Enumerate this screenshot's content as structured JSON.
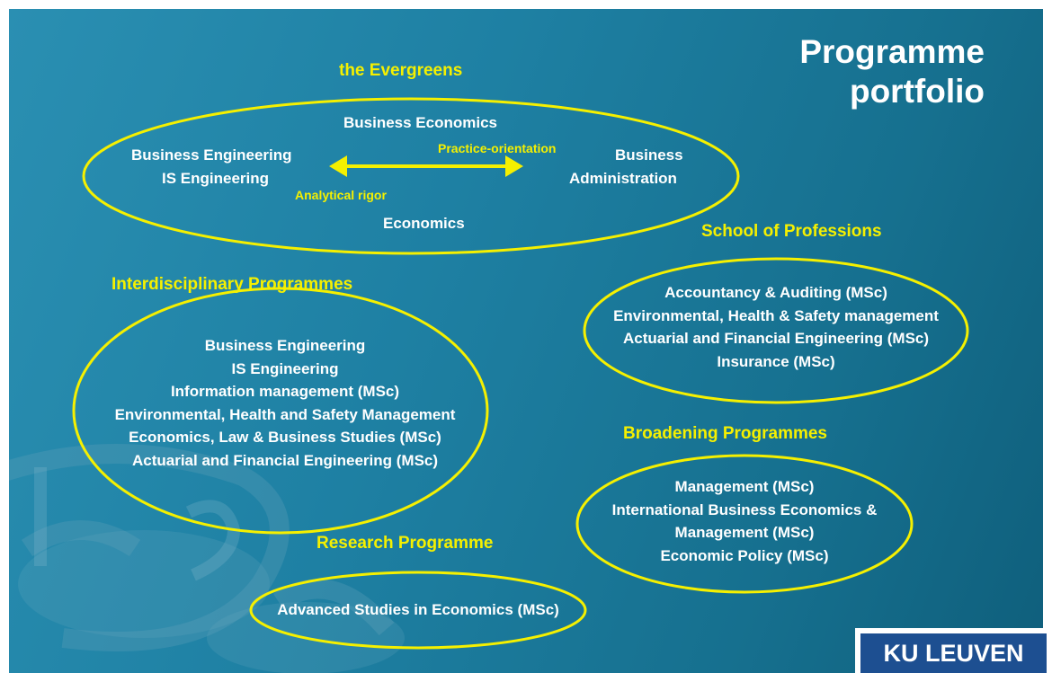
{
  "slide": {
    "title_line1": "Programme",
    "title_line2": "portfolio",
    "logo_text": "KU LEUVEN"
  },
  "colors": {
    "background": "#1e80a3",
    "accent_yellow": "#f5f000",
    "text_white": "#ffffff",
    "logo_blue": "#1d4f91"
  },
  "groups": {
    "evergreens": {
      "heading": "the Evergreens",
      "top": "Business Economics",
      "left_line1": "Business Engineering",
      "left_line2": "IS Engineering",
      "right_line1": "Business",
      "right_line2": "Administration",
      "bottom": "Economics",
      "arrow_top_label": "Practice-orientation",
      "arrow_bottom_label": "Analytical rigor"
    },
    "interdisciplinary": {
      "heading": "Interdisciplinary Programmes",
      "items": [
        "Business Engineering",
        "IS Engineering",
        "Information management (MSc)",
        "Environmental, Health and Safety Management",
        "Economics, Law & Business Studies (MSc)",
        "Actuarial and Financial Engineering (MSc)"
      ]
    },
    "school_of_professions": {
      "heading": "School of Professions",
      "items": [
        "Accountancy & Auditing (MSc)",
        "Environmental, Health & Safety management",
        "Actuarial and Financial Engineering (MSc)",
        "Insurance (MSc)"
      ]
    },
    "broadening": {
      "heading": "Broadening Programmes",
      "items": [
        "Management (MSc)",
        "International Business Economics &",
        "Management (MSc)",
        "Economic Policy (MSc)"
      ]
    },
    "research": {
      "heading": "Research Programme",
      "items": [
        "Advanced Studies in Economics (MSc)"
      ]
    }
  }
}
